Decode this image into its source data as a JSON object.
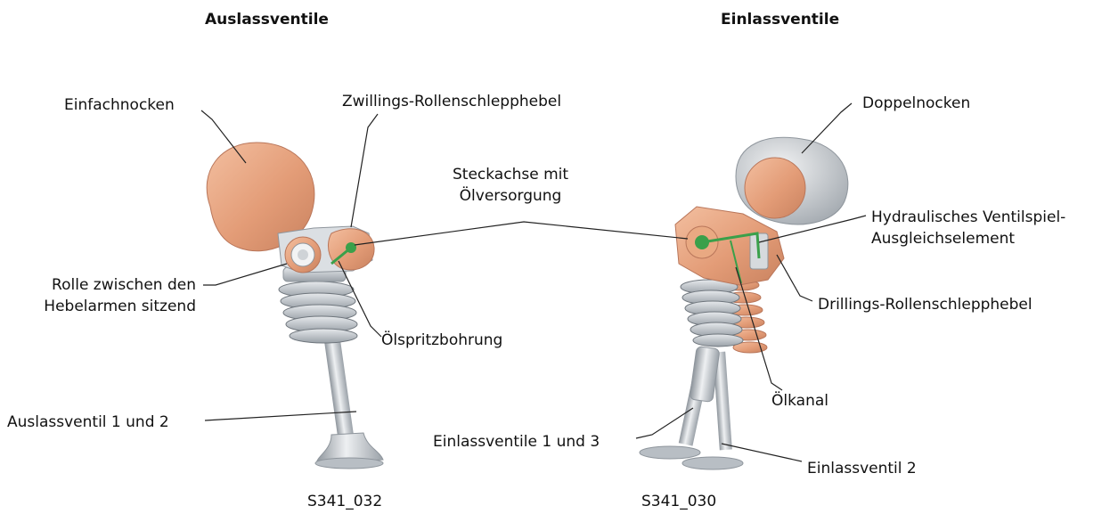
{
  "headings": {
    "exhaust": "Auslassventile",
    "intake": "Einlassventile"
  },
  "labels": {
    "einfachnocken": "Einfachnocken",
    "zwillings": "Zwillings-Rollenschlepphebel",
    "steckachse_1": "Steckachse mit",
    "steckachse_2": "Ölversorgung",
    "doppelnocken": "Doppelnocken",
    "hydraulisch_1": "Hydraulisches Ventilspiel-",
    "hydraulisch_2": "Ausgleichselement",
    "rolle_1": "Rolle zwischen den",
    "rolle_2": "Hebelarmen sitzend",
    "oelspritz": "Ölspritzbohrung",
    "drillings": "Drillings-Rollenschlepphebel",
    "oelkanal": "Ölkanal",
    "auslassventil": "Auslassventil 1 und 2",
    "einlassventile13": "Einlassventile 1 und 3",
    "einlassventil2": "Einlassventil 2"
  },
  "figure_codes": {
    "left": "S341_032",
    "right": "S341_030"
  },
  "colors": {
    "copper": "#e8a07c",
    "copper_dark": "#c9825f",
    "steel": "#c8ccd0",
    "steel_dark": "#8e959c",
    "oil_green": "#3aa04a",
    "leader": "#222222"
  }
}
